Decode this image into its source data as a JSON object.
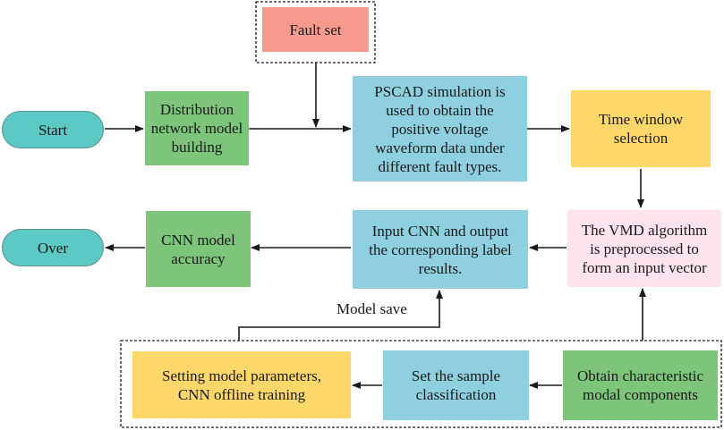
{
  "colors": {
    "terminal": "#5cc9c5",
    "green": "#7cc57a",
    "blue": "#8ecfe0",
    "yellow": "#fdd76a",
    "pink": "#fde3ee",
    "salmon": "#f79a8d",
    "line": "#1a1a1a"
  },
  "nodes": {
    "start": "Start",
    "fault_set": "Fault set",
    "distribution": "Distribution\nnetwork model\nbuilding",
    "pscad": "PSCAD simulation is\nused to obtain the\npositive voltage\nwaveform data under\ndifferent fault types.",
    "time_window": "Time window\nselection",
    "vmd": "The VMD algorithm\nis preprocessed to\nform an input vector",
    "input_cnn": "Input CNN and output\nthe corresponding label\nresults.",
    "cnn_accuracy": "CNN model\naccuracy",
    "over": "Over",
    "setting": "Setting model parameters,\nCNN offline training",
    "sample": "Set the sample\nclassification",
    "obtain": "Obtain characteristic\nmodal components"
  },
  "labels": {
    "model_save": "Model save"
  }
}
